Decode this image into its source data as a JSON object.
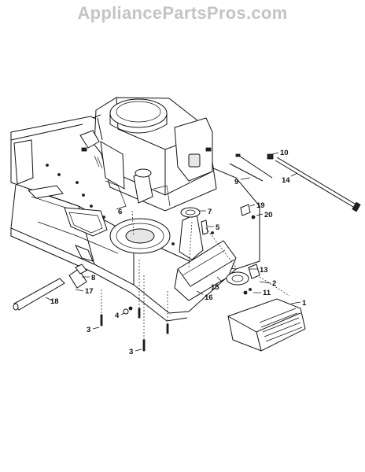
{
  "watermark": "AppliancePartsPros.com",
  "callouts": {
    "p1": "1",
    "p2": "2",
    "p3a": "3",
    "p3b": "3",
    "p4": "4",
    "p5": "5",
    "p6": "6",
    "p7": "7",
    "p8": "8",
    "p9": "9",
    "p10": "10",
    "p11": "11",
    "p13": "13",
    "p14": "14",
    "p15": "15",
    "p16": "16",
    "p17": "17",
    "p18": "18",
    "p19": "19",
    "p20": "20"
  }
}
